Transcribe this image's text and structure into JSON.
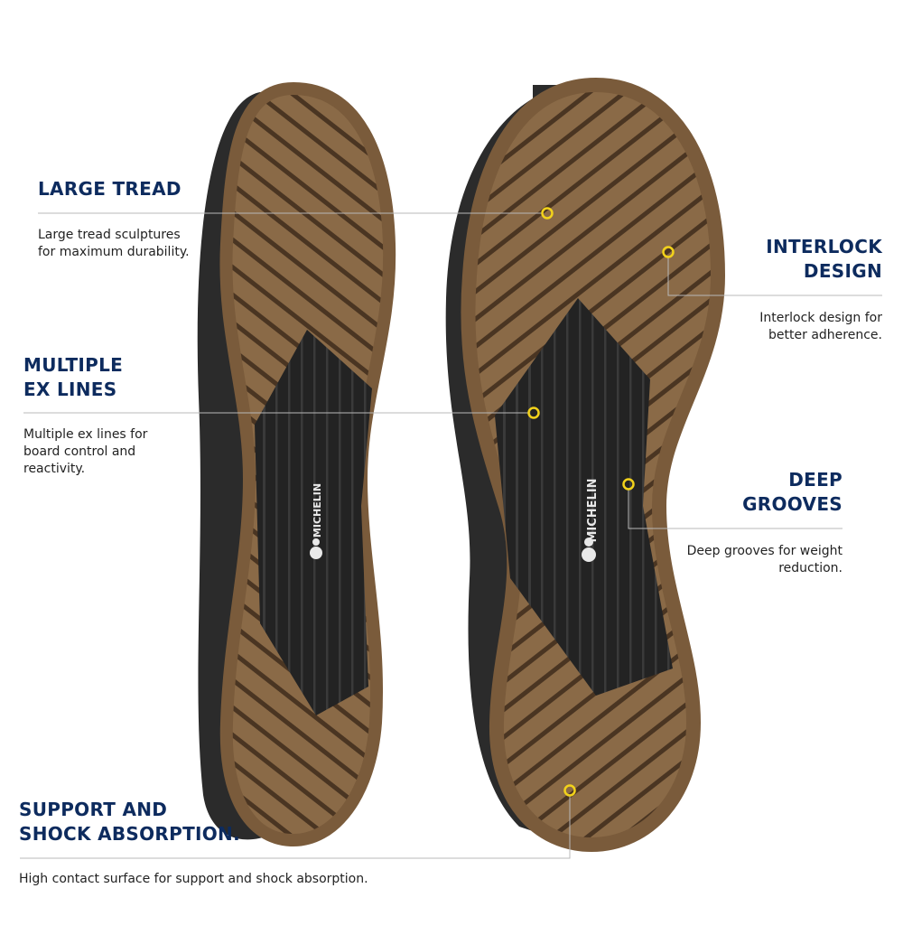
{
  "colors": {
    "heading": "#0d2b5e",
    "body_text": "#222222",
    "leader_line": "#b8b8b8",
    "marker": "#f2d21b",
    "sole_rubber": "#8a6a47",
    "sole_rubber_dark": "#4a3522",
    "midsole": "#2b2b2b",
    "midfoot_insert": "#232323"
  },
  "brand_mark": {
    "text": "MICHELIN",
    "type": "logo"
  },
  "callouts": [
    {
      "id": "large-tread",
      "title": "LARGE TREAD",
      "description": "Large tread sculptures for maximum durability.",
      "side": "left"
    },
    {
      "id": "multiple-ex-lines",
      "title": "MULTIPLE\nEX LINES",
      "description": "Multiple ex lines for board control and reactivity.",
      "side": "left"
    },
    {
      "id": "support-shock",
      "title": "SUPPORT AND\nSHOCK ABSORPTION.",
      "description": "High contact surface for support and shock absorption.",
      "side": "left"
    },
    {
      "id": "interlock-design",
      "title": "INTERLOCK\nDESIGN",
      "description": "Interlock design for better adherence.",
      "side": "right"
    },
    {
      "id": "deep-grooves",
      "title": "DEEP\nGROOVES",
      "description": "Deep grooves for weight reduction.",
      "side": "right"
    }
  ]
}
